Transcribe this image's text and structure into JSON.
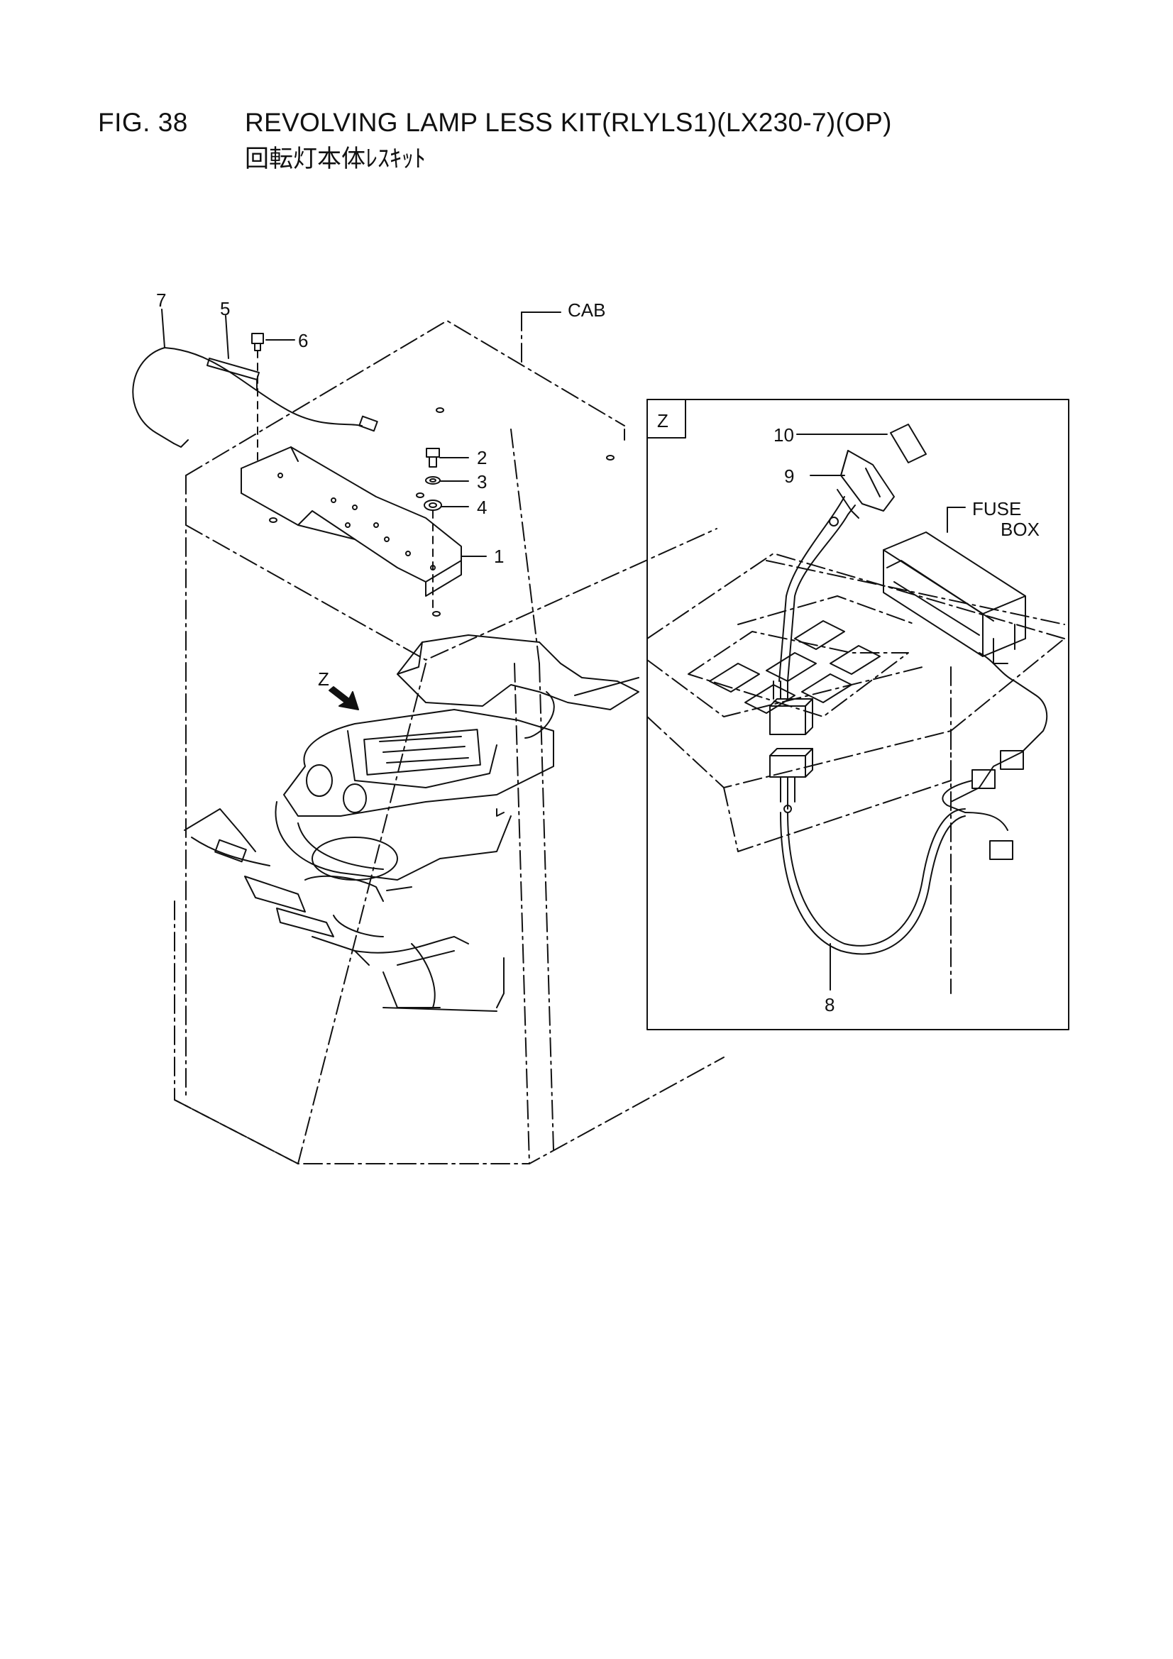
{
  "header": {
    "figure_number": "FIG. 38",
    "title": "REVOLVING LAMP LESS KIT(RLYLS1)(LX230-7)(OP)",
    "subtitle": "回転灯本体ﾚｽｷｯﾄ"
  },
  "diagram": {
    "view_labels": {
      "cab": "CAB",
      "z_arrow": "Z",
      "z_box": "Z",
      "fuse_box_line1": "FUSE",
      "fuse_box_line2": "BOX"
    },
    "callouts": [
      "1",
      "2",
      "3",
      "4",
      "5",
      "6",
      "7",
      "8",
      "9",
      "10"
    ]
  }
}
